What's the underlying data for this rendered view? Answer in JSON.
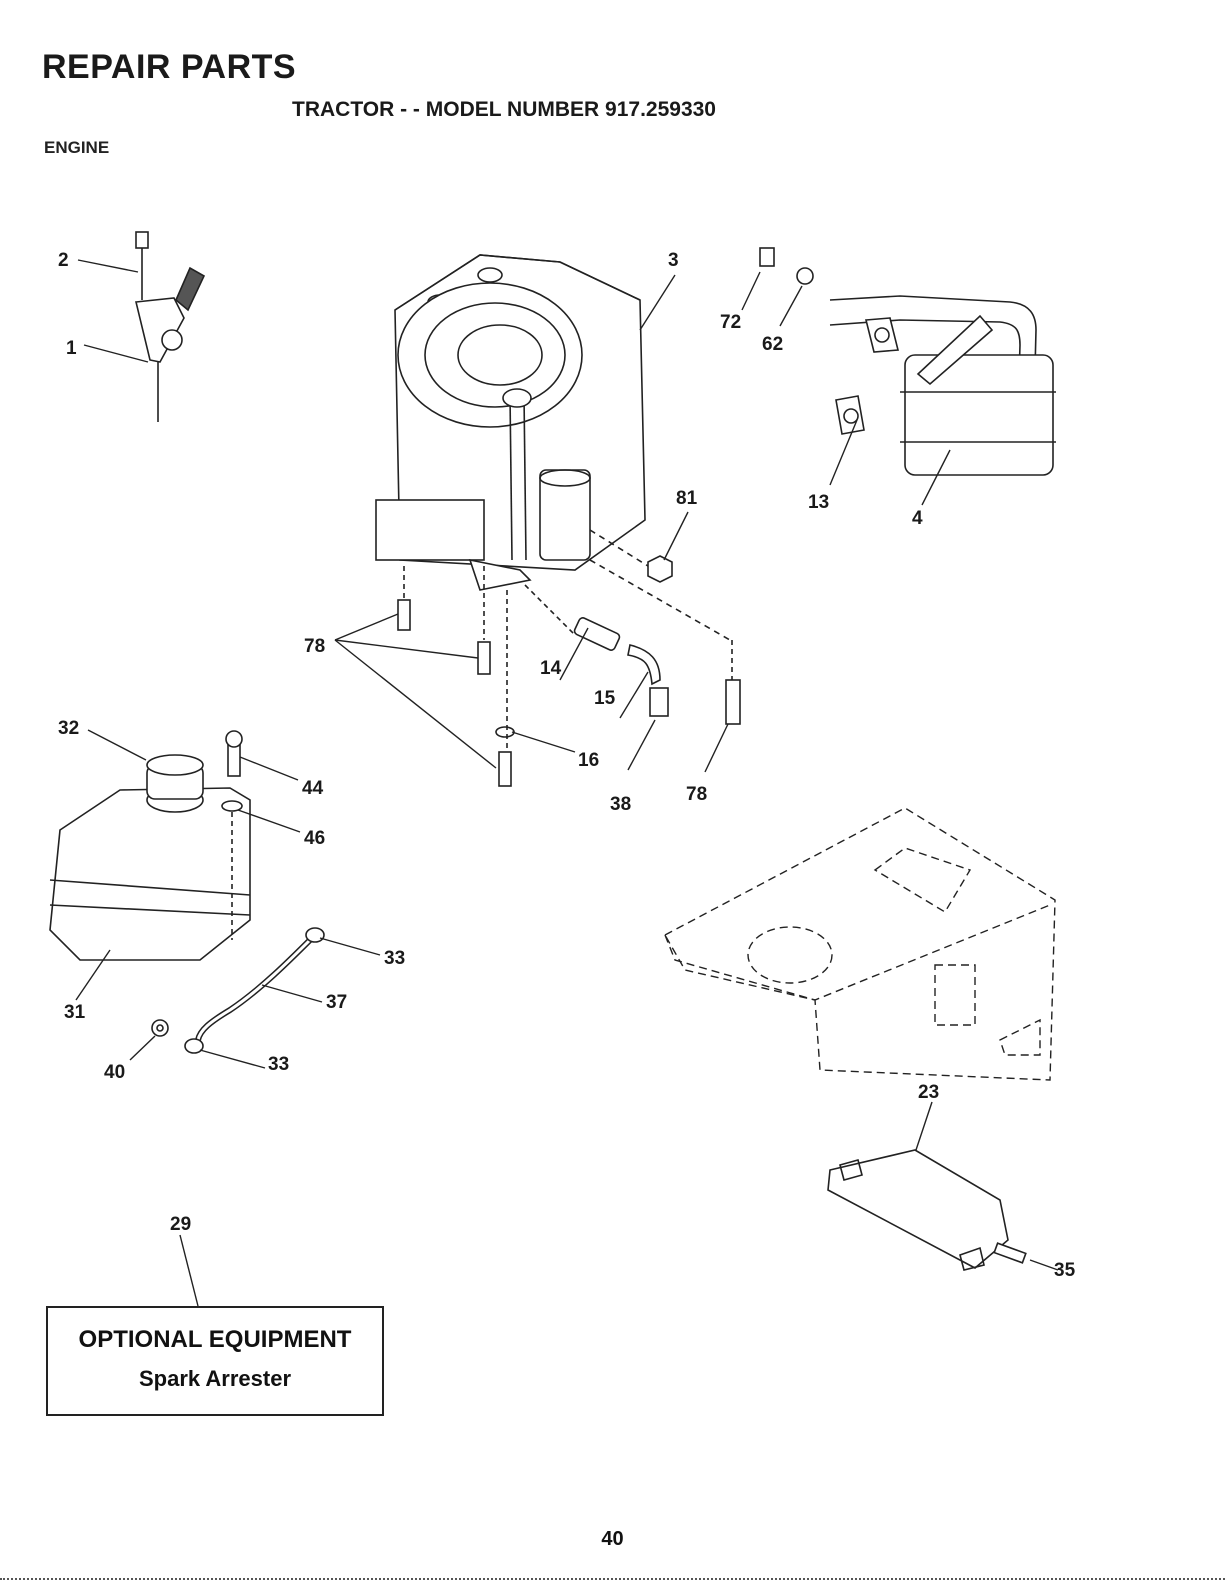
{
  "header": {
    "title": "REPAIR PARTS",
    "subtitle": "TRACTOR - - MODEL NUMBER 917.259330",
    "section": "ENGINE"
  },
  "callouts": {
    "c1": "1",
    "c2": "2",
    "c3": "3",
    "c4": "4",
    "c13": "13",
    "c14": "14",
    "c15": "15",
    "c16": "16",
    "c23": "23",
    "c29": "29",
    "c31": "31",
    "c32": "32",
    "c33a": "33",
    "c33b": "33",
    "c35": "35",
    "c37": "37",
    "c38": "38",
    "c40": "40",
    "c44": "44",
    "c46": "46",
    "c62": "62",
    "c72": "72",
    "c78a": "78",
    "c78b": "78",
    "c81": "81"
  },
  "optional_equipment": {
    "title": "OPTIONAL EQUIPMENT",
    "item": "Spark Arrester"
  },
  "page_number": "40"
}
